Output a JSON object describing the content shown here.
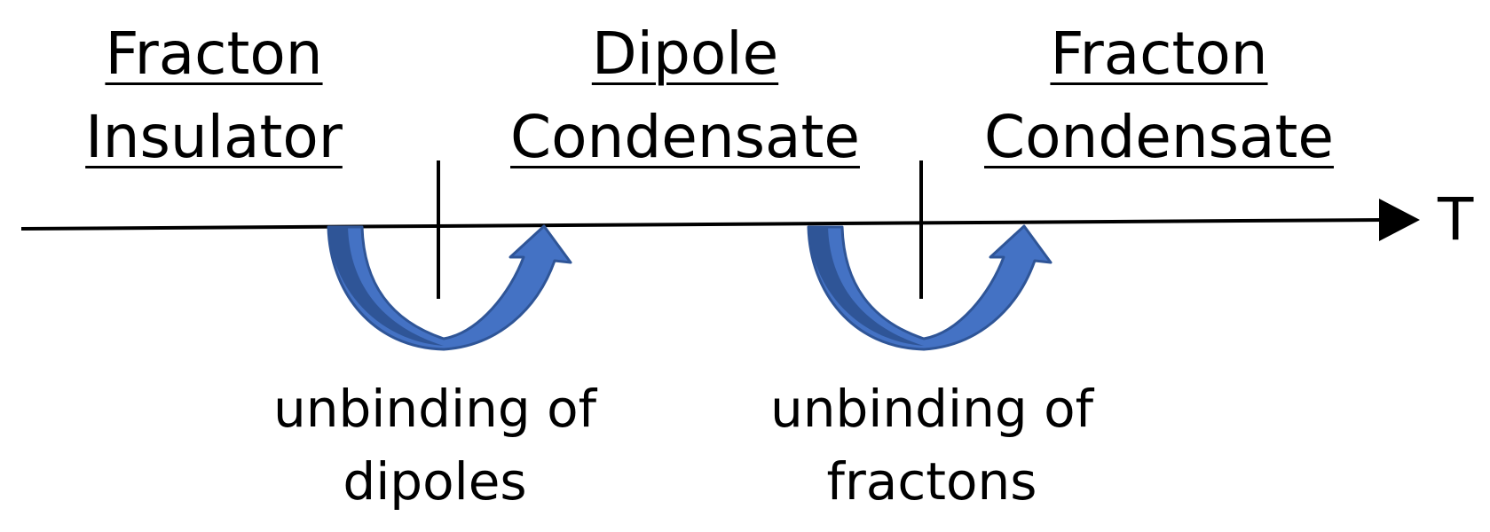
{
  "phases": [
    {
      "line1": "Fracton",
      "line2": "Insulator"
    },
    {
      "line1": "Dipole",
      "line2": "Condensate"
    },
    {
      "line1": "Fracton",
      "line2": "Condensate"
    }
  ],
  "axis": {
    "label": "T"
  },
  "transitions": [
    {
      "line1": "unbinding of",
      "line2": "dipoles"
    },
    {
      "line1": "unbinding of",
      "line2": "fractons"
    }
  ],
  "colors": {
    "arrow_fill": "#4472C4",
    "arrow_shade": "#2F5597",
    "axis": "#000000"
  }
}
